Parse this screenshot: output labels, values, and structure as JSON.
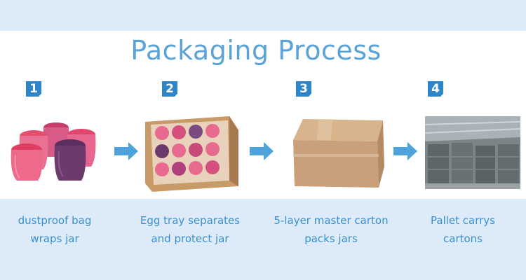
{
  "title": "Packaging Process",
  "steps": [
    {
      "number": "1",
      "caption_line1": "dustproof bag",
      "caption_line2": "wraps jar"
    },
    {
      "number": "2",
      "caption_line1": "Egg tray separates",
      "caption_line2": "and protect jar"
    },
    {
      "number": "3",
      "caption_line1": "5-layer master carton",
      "caption_line2": "packs jars"
    },
    {
      "number": "4",
      "caption_line1": "Pallet carrys",
      "caption_line2": "cartons"
    }
  ],
  "colors": {
    "band": "#dcebf7",
    "title": "#5aa3d8",
    "badge": "#2e86c8",
    "arrow": "#4ea3dc",
    "caption": "#3a8fd0"
  }
}
